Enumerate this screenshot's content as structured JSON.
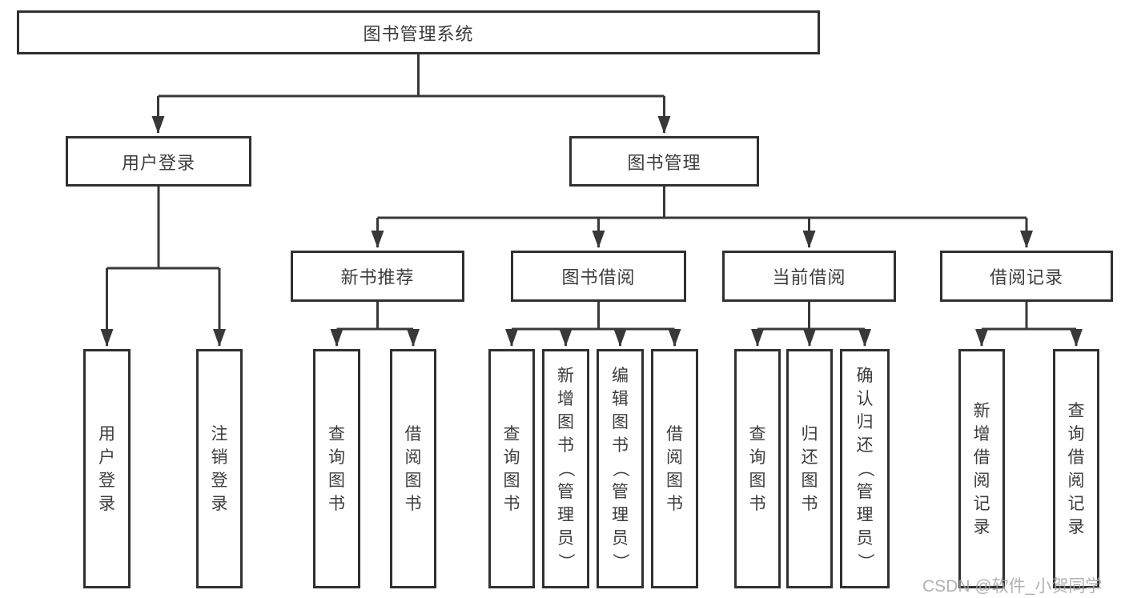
{
  "root": {
    "label": "图书管理系统"
  },
  "level2": [
    {
      "label": "用户登录"
    },
    {
      "label": "图书管理"
    }
  ],
  "level3": [
    {
      "label": "新书推荐"
    },
    {
      "label": "图书借阅"
    },
    {
      "label": "当前借阅"
    },
    {
      "label": "借阅记录"
    }
  ],
  "level4": [
    {
      "label": "用户登录"
    },
    {
      "label": "注销登录"
    },
    {
      "label": "查询图书"
    },
    {
      "label": "借阅图书"
    },
    {
      "label": "查询图书"
    },
    {
      "label": "新增图书（管理员）"
    },
    {
      "label": "编辑图书（管理员）"
    },
    {
      "label": "借阅图书"
    },
    {
      "label": "查询图书"
    },
    {
      "label": "归还图书"
    },
    {
      "label": "确认归还（管理员）"
    },
    {
      "label": "新增借阅记录"
    },
    {
      "label": "查询借阅记录"
    }
  ],
  "watermark": "CSDN @软件_小贺同学",
  "colors": {
    "line": "#383838",
    "border": "#303030",
    "text": "#3c3c3c",
    "watermark": "#a5a5a5"
  }
}
